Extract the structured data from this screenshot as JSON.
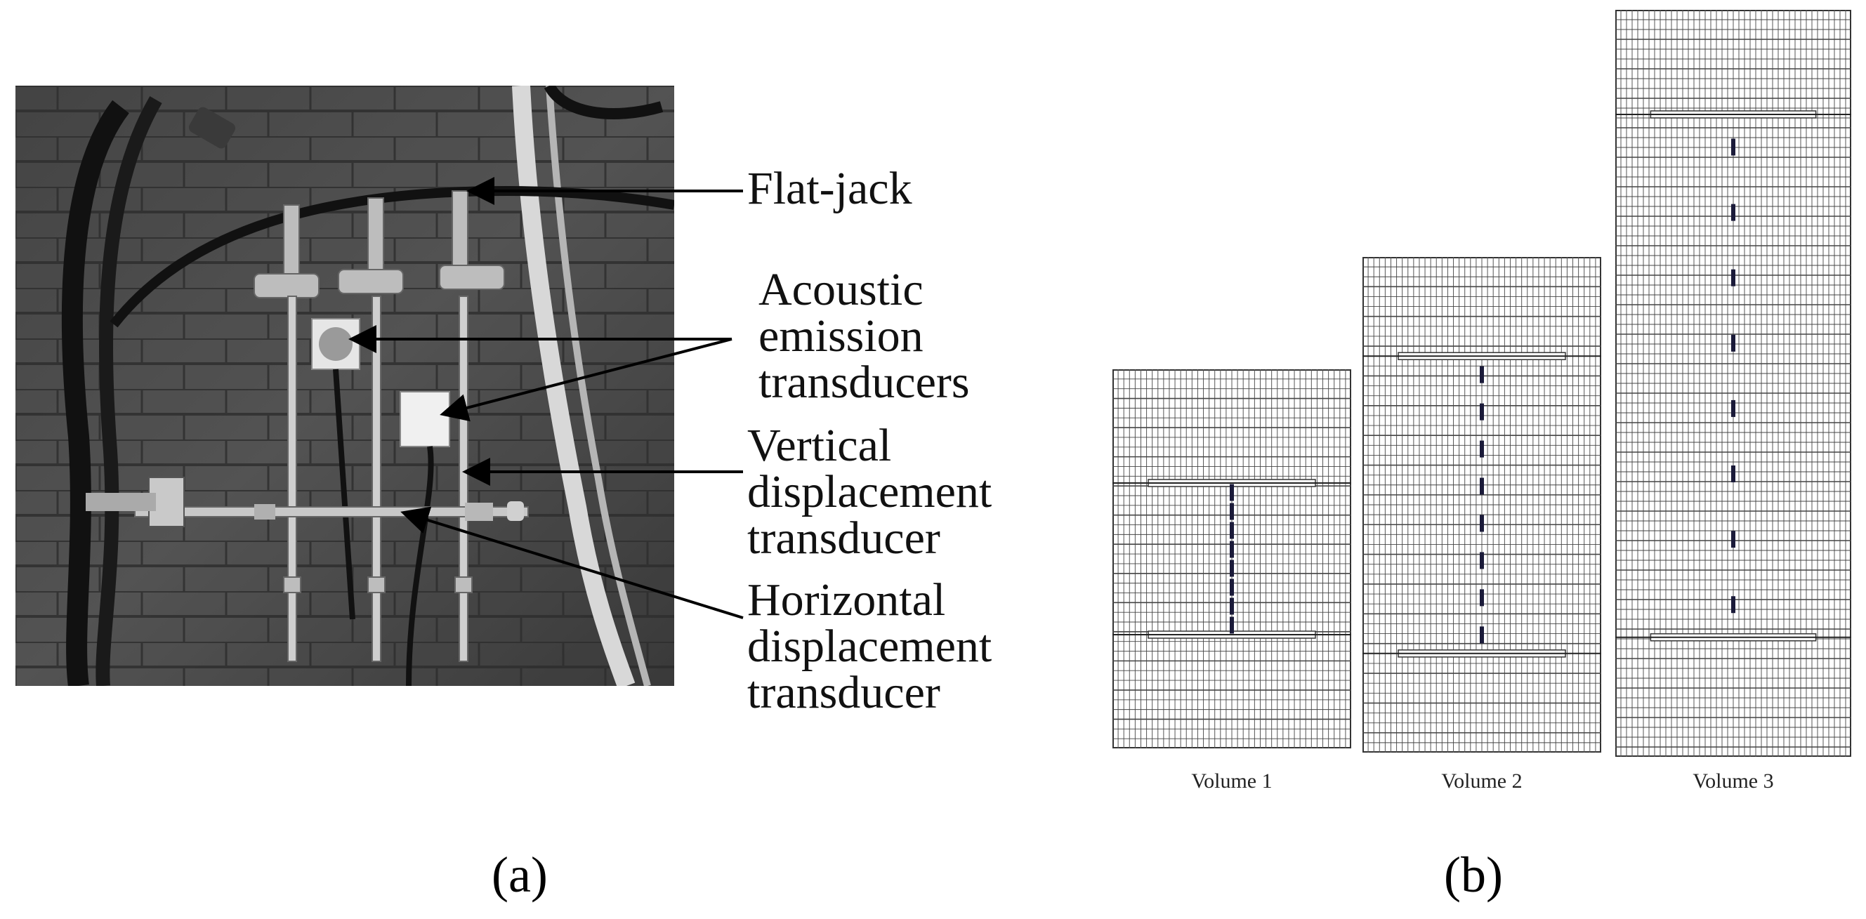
{
  "figure_a": {
    "panel_label": "(a)",
    "labels": {
      "flat_jack": "Flat-jack",
      "acoustic_1": "Acoustic",
      "acoustic_2": "emission",
      "acoustic_3": "transducers",
      "vertical_1": "Vertical",
      "vertical_2": "displacement",
      "vertical_3": "transducer",
      "horizontal_1": "Horizontal",
      "horizontal_2": "displacement",
      "horizontal_3": "transducer"
    }
  },
  "figure_b": {
    "panel_label": "(b)",
    "volumes": [
      "Volume 1",
      "Volume 2",
      "Volume 3"
    ]
  }
}
